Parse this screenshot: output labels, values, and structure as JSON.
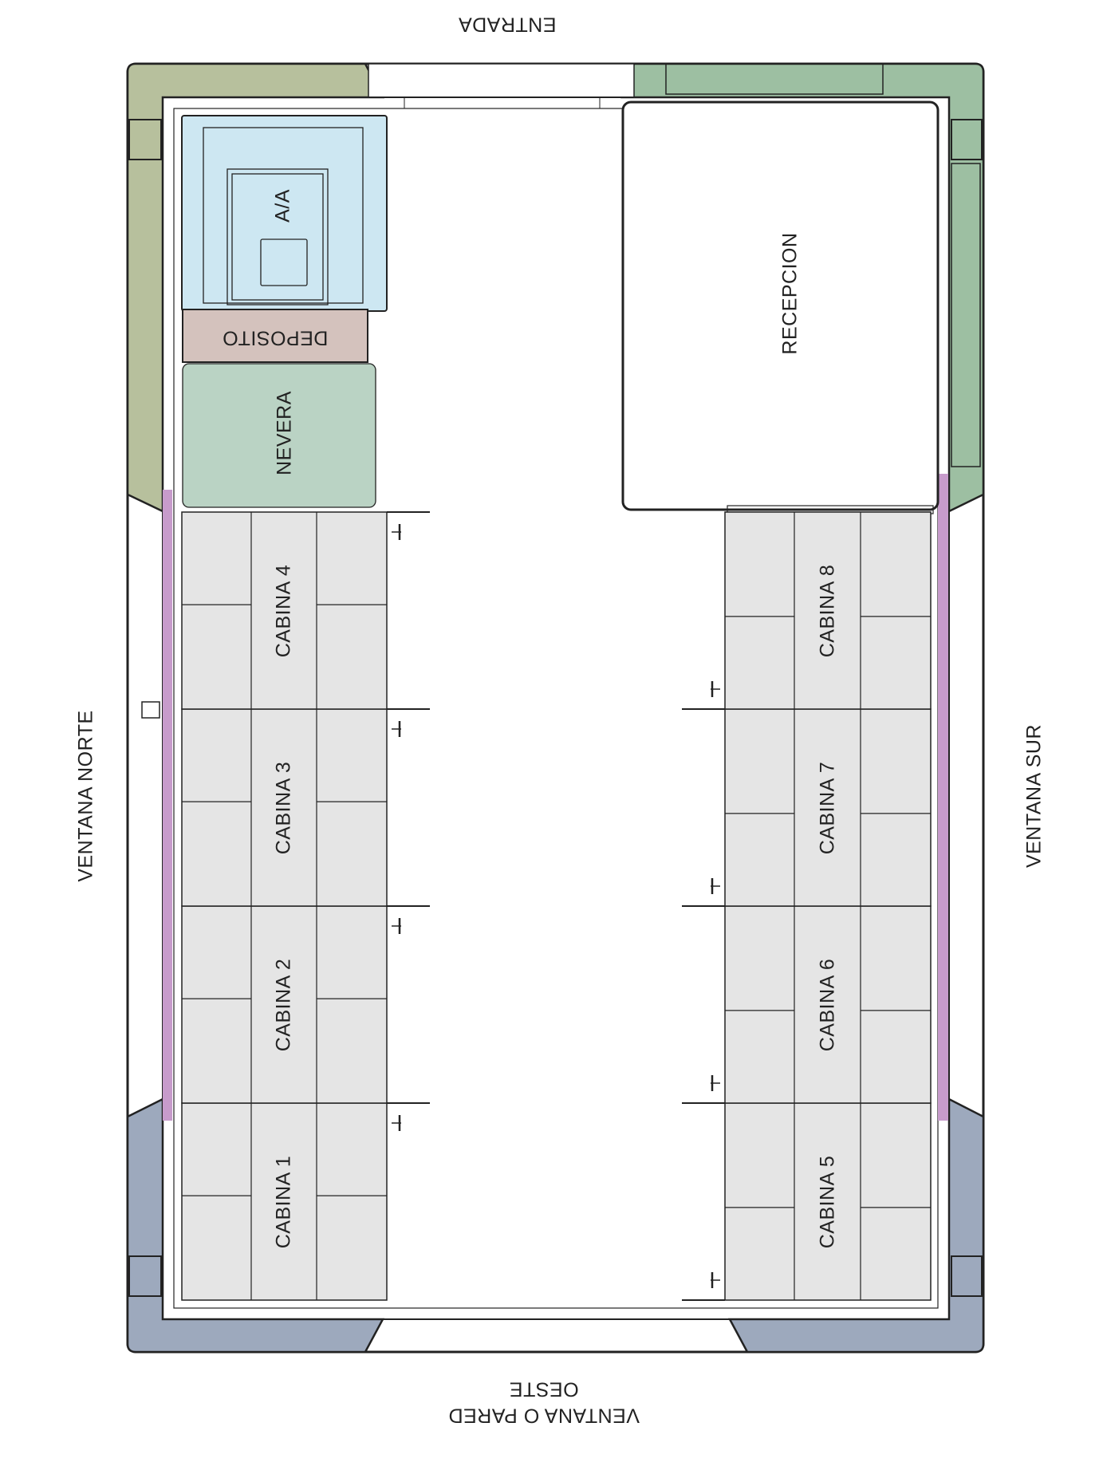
{
  "labels": {
    "entrance": "ENTRADA",
    "north": "VENTANA NORTE",
    "south": "VENTANA SUR",
    "west_line1": "VENTANA  O  PARED",
    "west_line2": "OESTE"
  },
  "rooms": {
    "ac": "A/A",
    "storage": "DEPOSITO",
    "fridge": "NEVERA",
    "reception": "RECEPCION"
  },
  "cabins": [
    "CABINA 1",
    "CABINA 2",
    "CABINA 3",
    "CABINA 4",
    "CABINA 5",
    "CABINA 6",
    "CABINA 7",
    "CABINA 8"
  ],
  "colors": {
    "olive": "#b7c09d",
    "green": "#9dbfa2",
    "blue_gray": "#9da9bd",
    "ac": "#cde7f2",
    "storage": "#d4c2bd",
    "fridge": "#bad3c4",
    "cabin": "#e5e5e5",
    "purple": "#c79bcb"
  }
}
